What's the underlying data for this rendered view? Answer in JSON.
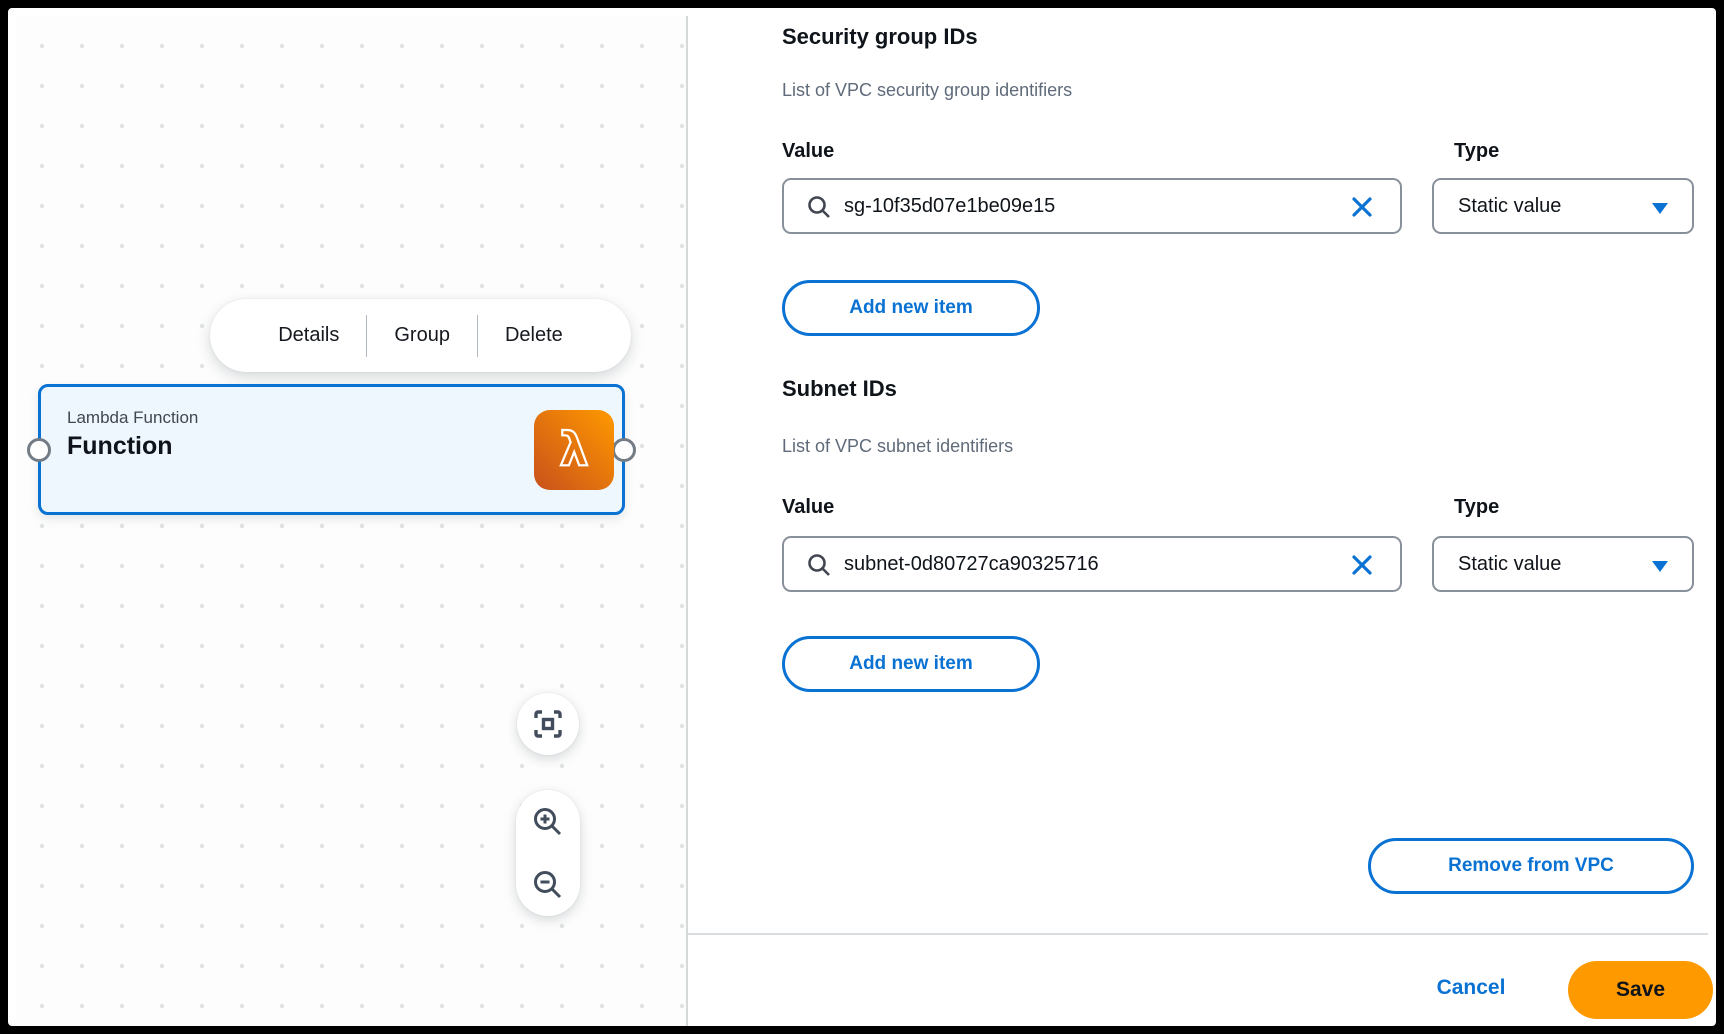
{
  "canvas": {
    "toolbar": {
      "items": [
        {
          "label": "Details"
        },
        {
          "label": "Group"
        },
        {
          "label": "Delete"
        }
      ]
    },
    "node": {
      "type_label": "Lambda Function",
      "name": "Function",
      "icon": "lambda-icon",
      "icon_glyph": "λ"
    },
    "controls": {
      "fit_view_icon": "fit-view-icon",
      "zoom_in_icon": "zoom-in-icon",
      "zoom_out_icon": "zoom-out-icon"
    }
  },
  "panel": {
    "sections": [
      {
        "title": "Security group IDs",
        "description": "List of VPC security group identifiers",
        "value_label": "Value",
        "type_label": "Type",
        "value": "sg-10f35d07e1be09e15",
        "type_value": "Static value",
        "add_button_label": "Add new item"
      },
      {
        "title": "Subnet IDs",
        "description": "List of VPC subnet identifiers",
        "value_label": "Value",
        "type_label": "Type",
        "value": "subnet-0d80727ca90325716",
        "type_value": "Static value",
        "add_button_label": "Add new item"
      }
    ],
    "remove_button_label": "Remove from VPC",
    "footer": {
      "cancel_label": "Cancel",
      "save_label": "Save"
    }
  },
  "icons": {
    "search": "search-icon",
    "clear": "clear-x-icon",
    "caret": "caret-down-icon"
  },
  "colors": {
    "accent_blue": "#0972d3",
    "save_orange": "#ff9900",
    "node_border": "#0972d3",
    "node_background": "#eef7fe",
    "lambda_gradient_start": "#c8511b",
    "lambda_gradient_end": "#ff9900",
    "text_dark": "#0f141a",
    "text_gray": "#5f6b7a"
  }
}
